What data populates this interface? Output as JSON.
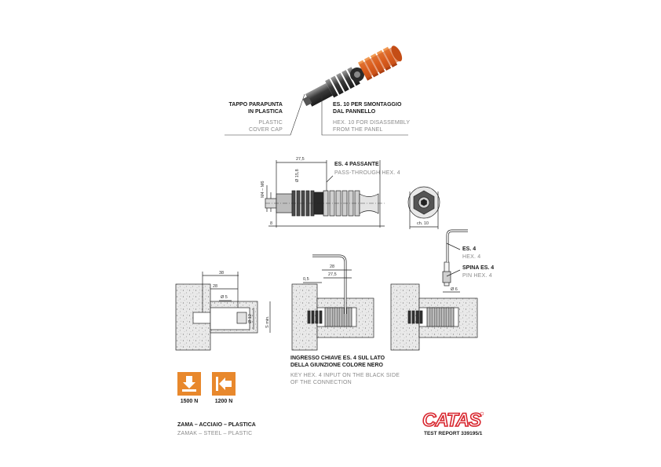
{
  "colors": {
    "accent": "#e8882c",
    "catas_red": "#d8262e",
    "gray_text": "#8a8a8a"
  },
  "product_callouts": {
    "cover_cap_it": [
      "TAPPO PARAPUNTA",
      "IN PLASTICA"
    ],
    "cover_cap_en": [
      "PLASTIC",
      "COVER CAP"
    ],
    "hex10_it": [
      "ES. 10 PER SMONTAGGIO",
      "DAL PANNELLO"
    ],
    "hex10_en": [
      "HEX. 10 FOR DISASSEMBLY",
      "FROM THE PANEL"
    ]
  },
  "tech_drawing": {
    "hex4_it": "ES. 4 PASSANTE",
    "hex4_en": "PASS-THROUGH HEX. 4",
    "dim_length": "27,5",
    "dim_diameter": "Ø 15,8",
    "dim_thread": "M4 – M6",
    "dim_offset": "8",
    "dim_wrench": "ch. 10"
  },
  "install_left": {
    "dim_a": "38",
    "dim_b": "28",
    "dim_c": "Ø 5",
    "dim_d": "Ø 12",
    "dim_e": "S min."
  },
  "install_mid": {
    "dim_a": "0,5",
    "dim_b": "28",
    "dim_c": "27,5",
    "caption_it": [
      "INGRESSO CHIAVE ES. 4 SUL LATO",
      "DELLA GIUNZIONE COLORE NERO"
    ],
    "caption_en": [
      "KEY HEX. 4 INPUT ON THE BLACK SIDE",
      "OF THE CONNECTION"
    ]
  },
  "install_right": {
    "hex4_it": "ES. 4",
    "hex4_en": "HEX. 4",
    "pin_it": "SPINA ES. 4",
    "pin_en": "PIN HEX. 4",
    "dim_a": "Ø 6"
  },
  "badges": [
    {
      "icon": "arrow-down-icon",
      "label": "1500 N"
    },
    {
      "icon": "arrow-left-icon",
      "label": "1200 N"
    }
  ],
  "materials": {
    "it": "ZAMA – ACCIAIO – PLASTICA",
    "en": "ZAMAK – STEEL – PLASTIC"
  },
  "catas": {
    "logo": "CATAS",
    "report": "TEST REPORT 339195/1"
  }
}
